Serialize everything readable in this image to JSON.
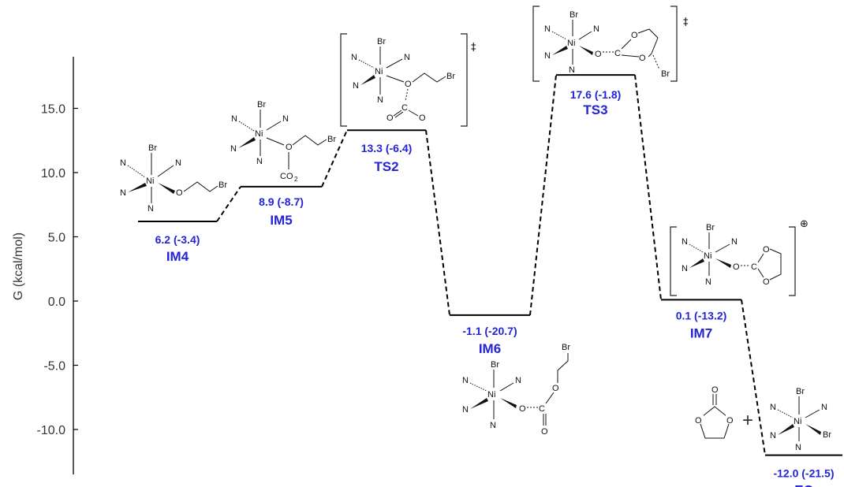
{
  "colors": {
    "label": "#2424d6",
    "line": "#000000",
    "axis": "#000000"
  },
  "chart_data": {
    "type": "line",
    "ylabel": "G (kcal/mol)",
    "ylim": [
      -13.5,
      19
    ],
    "yticks": [
      "15.0",
      "10.0",
      "5.0",
      "0.0",
      "-5.0",
      "-10.0"
    ],
    "ytick_values": [
      15,
      10,
      5,
      0,
      -5,
      -10
    ],
    "series": [
      {
        "states": [
          {
            "label": "IM4",
            "energy_text": "6.2 (-3.4)",
            "G": 6.2
          },
          {
            "label": "IM5",
            "energy_text": "8.9 (-8.7)",
            "G": 8.9
          },
          {
            "label": "TS2",
            "energy_text": "13.3 (-6.4)",
            "G": 13.3
          },
          {
            "label": "IM6",
            "energy_text": "-1.1 (-20.7)",
            "G": -1.1
          },
          {
            "label": "TS3",
            "energy_text": "17.6 (-1.8)",
            "G": 17.6
          },
          {
            "label": "IM7",
            "energy_text": "0.1 (-13.2)",
            "G": 0.1
          },
          {
            "label": "EC",
            "energy_text": "-12.0 (-21.5)",
            "G": -12.0
          }
        ]
      }
    ]
  },
  "structures": {
    "atoms": {
      "ni": "Ni",
      "br": "Br",
      "n": "N",
      "o": "O",
      "c": "C",
      "co2": "CO",
      "co2_sub": "2"
    },
    "ts_mark": "‡",
    "charge_mark": "⊕",
    "plus_sign": "+"
  }
}
